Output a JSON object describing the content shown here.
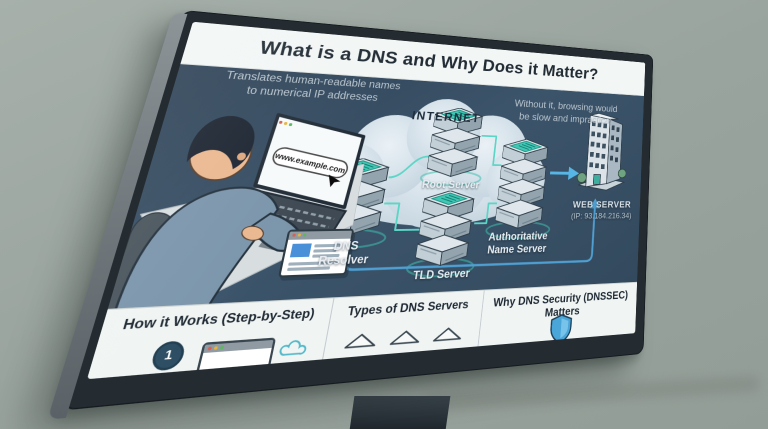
{
  "screen": {
    "title": "What is a DNS and Why Does it Matter?",
    "left_note": {
      "line1": "Translates human-readable names",
      "line2": "to numerical IP addresses"
    },
    "right_note": {
      "line1": "Without it, browsing would",
      "line2": "be slow and impractical"
    },
    "internet_label": "INTERNET",
    "browser_url": "www.example.com",
    "nodes": {
      "dns_resolver": "DNS Resolver",
      "root_server": "Root Server",
      "tld_server": "TLD Server",
      "authoritative": "Authoritative Name Server",
      "web_server": "WEB SERVER",
      "web_server_ip": "(IP: 93.184.216.34)"
    },
    "footer": {
      "col1": {
        "title": "How it Works (Step-by-Step)",
        "badge": "1"
      },
      "col2": {
        "title": "Types of DNS Servers"
      },
      "col3": {
        "title": "Why DNS Security (DNSSEC) Matters"
      }
    }
  },
  "icons": {
    "internet_cloud": "cloud-shape",
    "server_stack": "isometric-stacked-servers",
    "web_server_building": "office-building",
    "laptop_user": "person-typing-on-laptop",
    "cursor_arrow": "black pointer arrow",
    "flow_arrow": "blue right arrow",
    "mini_browser": "webpage-window",
    "step_badge": "numbered circle",
    "server_roofs": "three server tops",
    "shield": "blue security shield"
  },
  "colors": {
    "wall": "#9aa49e",
    "bezel": "#242b31",
    "panel_light": "#f2f6f5",
    "body_bg": "#36495c",
    "teal_line": "#5bd6c6",
    "rail_blue": "#4f9fd2",
    "arrow_blue": "#57b6e6",
    "server_screen": "#3fc8b6",
    "shield_blue": "#4aa5d8",
    "title_text": "#222c35",
    "note_text": "#b9c5ce"
  }
}
